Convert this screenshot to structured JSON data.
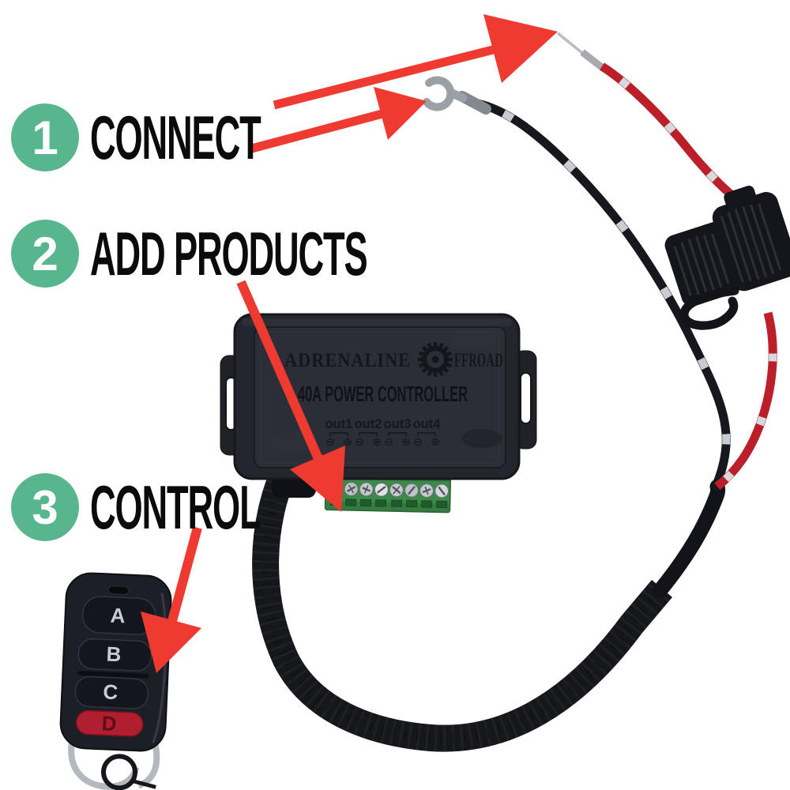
{
  "steps": [
    {
      "number": "1",
      "label": "CONNECT"
    },
    {
      "number": "2",
      "label": "ADD PRODUCTS"
    },
    {
      "number": "3",
      "label": "CONTROL"
    }
  ],
  "device": {
    "brand_prefix": "ADRENALINE",
    "brand_suffix": "FFROAD",
    "title": "40A POWER CONTROLLER",
    "outputs": [
      "out1",
      "out2",
      "out3",
      "out4"
    ],
    "polarity_negative": "⊖",
    "polarity_positive": "⊕"
  },
  "remote": {
    "buttons": [
      "A",
      "B",
      "C",
      "D"
    ]
  },
  "colors": {
    "step_badge_green": "#58b68e",
    "annotation_red": "#ee3a30",
    "terminal_green": "#3c8a4a",
    "wire_red": "#bb1f2a",
    "remote_button_red": "#b01e2f"
  }
}
